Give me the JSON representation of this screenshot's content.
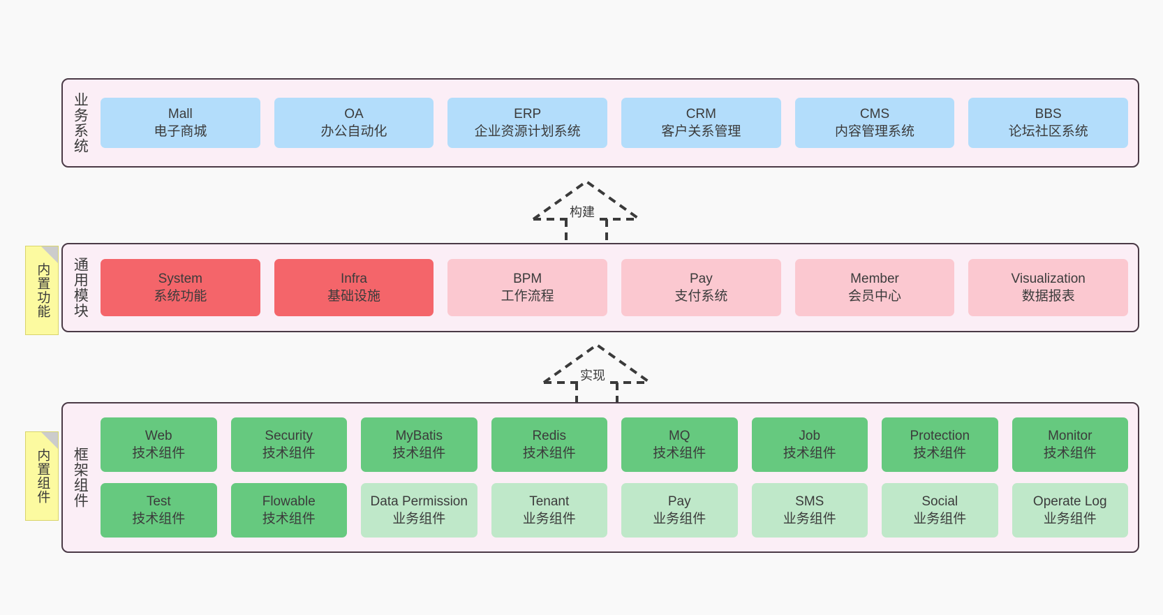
{
  "diagram": {
    "title": "",
    "background_color": "#f9f9f9",
    "layer_fill": "#fbeef6",
    "layer_border": "#4a3a46",
    "palette": {
      "blue": "#b3ddfb",
      "red": "#f4656a",
      "pink": "#fbc8d0",
      "green": "#66c97f",
      "green_light": "#bfe8c9",
      "note_yellow": "#fcfaa0",
      "note_fold": "#cccccc"
    }
  },
  "notes": [
    {
      "label": "内置功能"
    },
    {
      "label": "内置组件"
    }
  ],
  "connectors": [
    {
      "label": "构建",
      "style": "dashed-hollow-triangle",
      "direction": "up"
    },
    {
      "label": "实现",
      "style": "dashed-hollow-triangle",
      "direction": "up"
    }
  ],
  "layers": [
    {
      "id": "business",
      "title": "业务系统",
      "rows": [
        {
          "cards": [
            {
              "name": "Mall",
              "desc": "电子商城",
              "color": "blue"
            },
            {
              "name": "OA",
              "desc": "办公自动化",
              "color": "blue"
            },
            {
              "name": "ERP",
              "desc": "企业资源计划系统",
              "color": "blue"
            },
            {
              "name": "CRM",
              "desc": "客户关系管理",
              "color": "blue"
            },
            {
              "name": "CMS",
              "desc": "内容管理系统",
              "color": "blue"
            },
            {
              "name": "BBS",
              "desc": "论坛社区系统",
              "color": "blue"
            }
          ]
        }
      ]
    },
    {
      "id": "common",
      "title": "通用模块",
      "rows": [
        {
          "cards": [
            {
              "name": "System",
              "desc": "系统功能",
              "color": "red"
            },
            {
              "name": "Infra",
              "desc": "基础设施",
              "color": "red"
            },
            {
              "name": "BPM",
              "desc": "工作流程",
              "color": "pink"
            },
            {
              "name": "Pay",
              "desc": "支付系统",
              "color": "pink"
            },
            {
              "name": "Member",
              "desc": "会员中心",
              "color": "pink"
            },
            {
              "name": "Visualization",
              "desc": "数据报表",
              "color": "pink"
            }
          ]
        }
      ]
    },
    {
      "id": "framework",
      "title": "框架组件",
      "rows": [
        {
          "cards": [
            {
              "name": "Web",
              "desc": "技术组件",
              "color": "green"
            },
            {
              "name": "Security",
              "desc": "技术组件",
              "color": "green"
            },
            {
              "name": "MyBatis",
              "desc": "技术组件",
              "color": "green"
            },
            {
              "name": "Redis",
              "desc": "技术组件",
              "color": "green"
            },
            {
              "name": "MQ",
              "desc": "技术组件",
              "color": "green"
            },
            {
              "name": "Job",
              "desc": "技术组件",
              "color": "green"
            },
            {
              "name": "Protection",
              "desc": "技术组件",
              "color": "green"
            },
            {
              "name": "Monitor",
              "desc": "技术组件",
              "color": "green"
            }
          ]
        },
        {
          "cards": [
            {
              "name": "Test",
              "desc": "技术组件",
              "color": "green"
            },
            {
              "name": "Flowable",
              "desc": "技术组件",
              "color": "green"
            },
            {
              "name": "Data Permission",
              "desc": "业务组件",
              "color": "green_light"
            },
            {
              "name": "Tenant",
              "desc": "业务组件",
              "color": "green_light"
            },
            {
              "name": "Pay",
              "desc": "业务组件",
              "color": "green_light"
            },
            {
              "name": "SMS",
              "desc": "业务组件",
              "color": "green_light"
            },
            {
              "name": "Social",
              "desc": "业务组件",
              "color": "green_light"
            },
            {
              "name": "Operate Log",
              "desc": "业务组件",
              "color": "green_light"
            }
          ]
        }
      ]
    }
  ]
}
